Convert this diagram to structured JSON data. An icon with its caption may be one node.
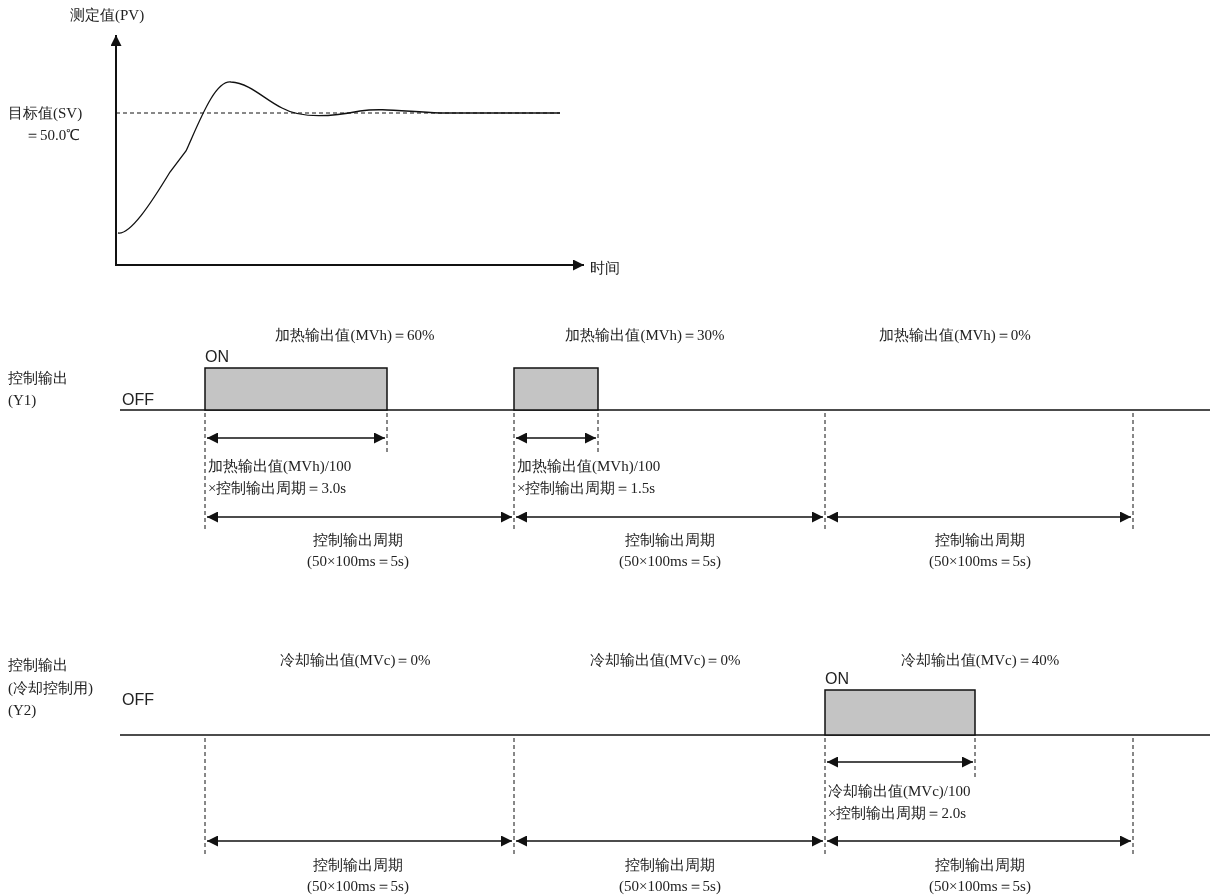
{
  "diagram": {
    "labels": [
      "测定值(PV)",
      "目标值(SV)",
      "＝50.0℃",
      "时间",
      "加热输出值(MVh)＝60%",
      "加热输出值(MVh)＝30%",
      "加热输出值(MVh)＝0%",
      "ON",
      "控制输出",
      "(Y1)",
      "OFF",
      "加热输出值(MVh)/100",
      "×控制输出周期＝3.0s",
      "加热输出值(MVh)/100",
      "×控制输出周期＝1.5s",
      "控制输出周期",
      "(50×100ms＝5s)",
      "控制输出周期",
      "(50×100ms＝5s)",
      "控制输出周期",
      "(50×100ms＝5s)",
      "控制输出",
      "冷却输出值(MVc)＝0%",
      "冷却输出值(MVc)＝0%",
      "冷却输出值(MVc)＝40%",
      "(冷却控制用)",
      "ON",
      "(Y2)",
      "OFF",
      "冷却输出值(MVc)/100",
      "×控制输出周期＝2.0s",
      "控制输出周期",
      "(50×100ms＝5s)",
      "控制输出周期",
      "(50×100ms＝5s)",
      "控制输出周期",
      "(50×100ms＝5s)"
    ]
  }
}
